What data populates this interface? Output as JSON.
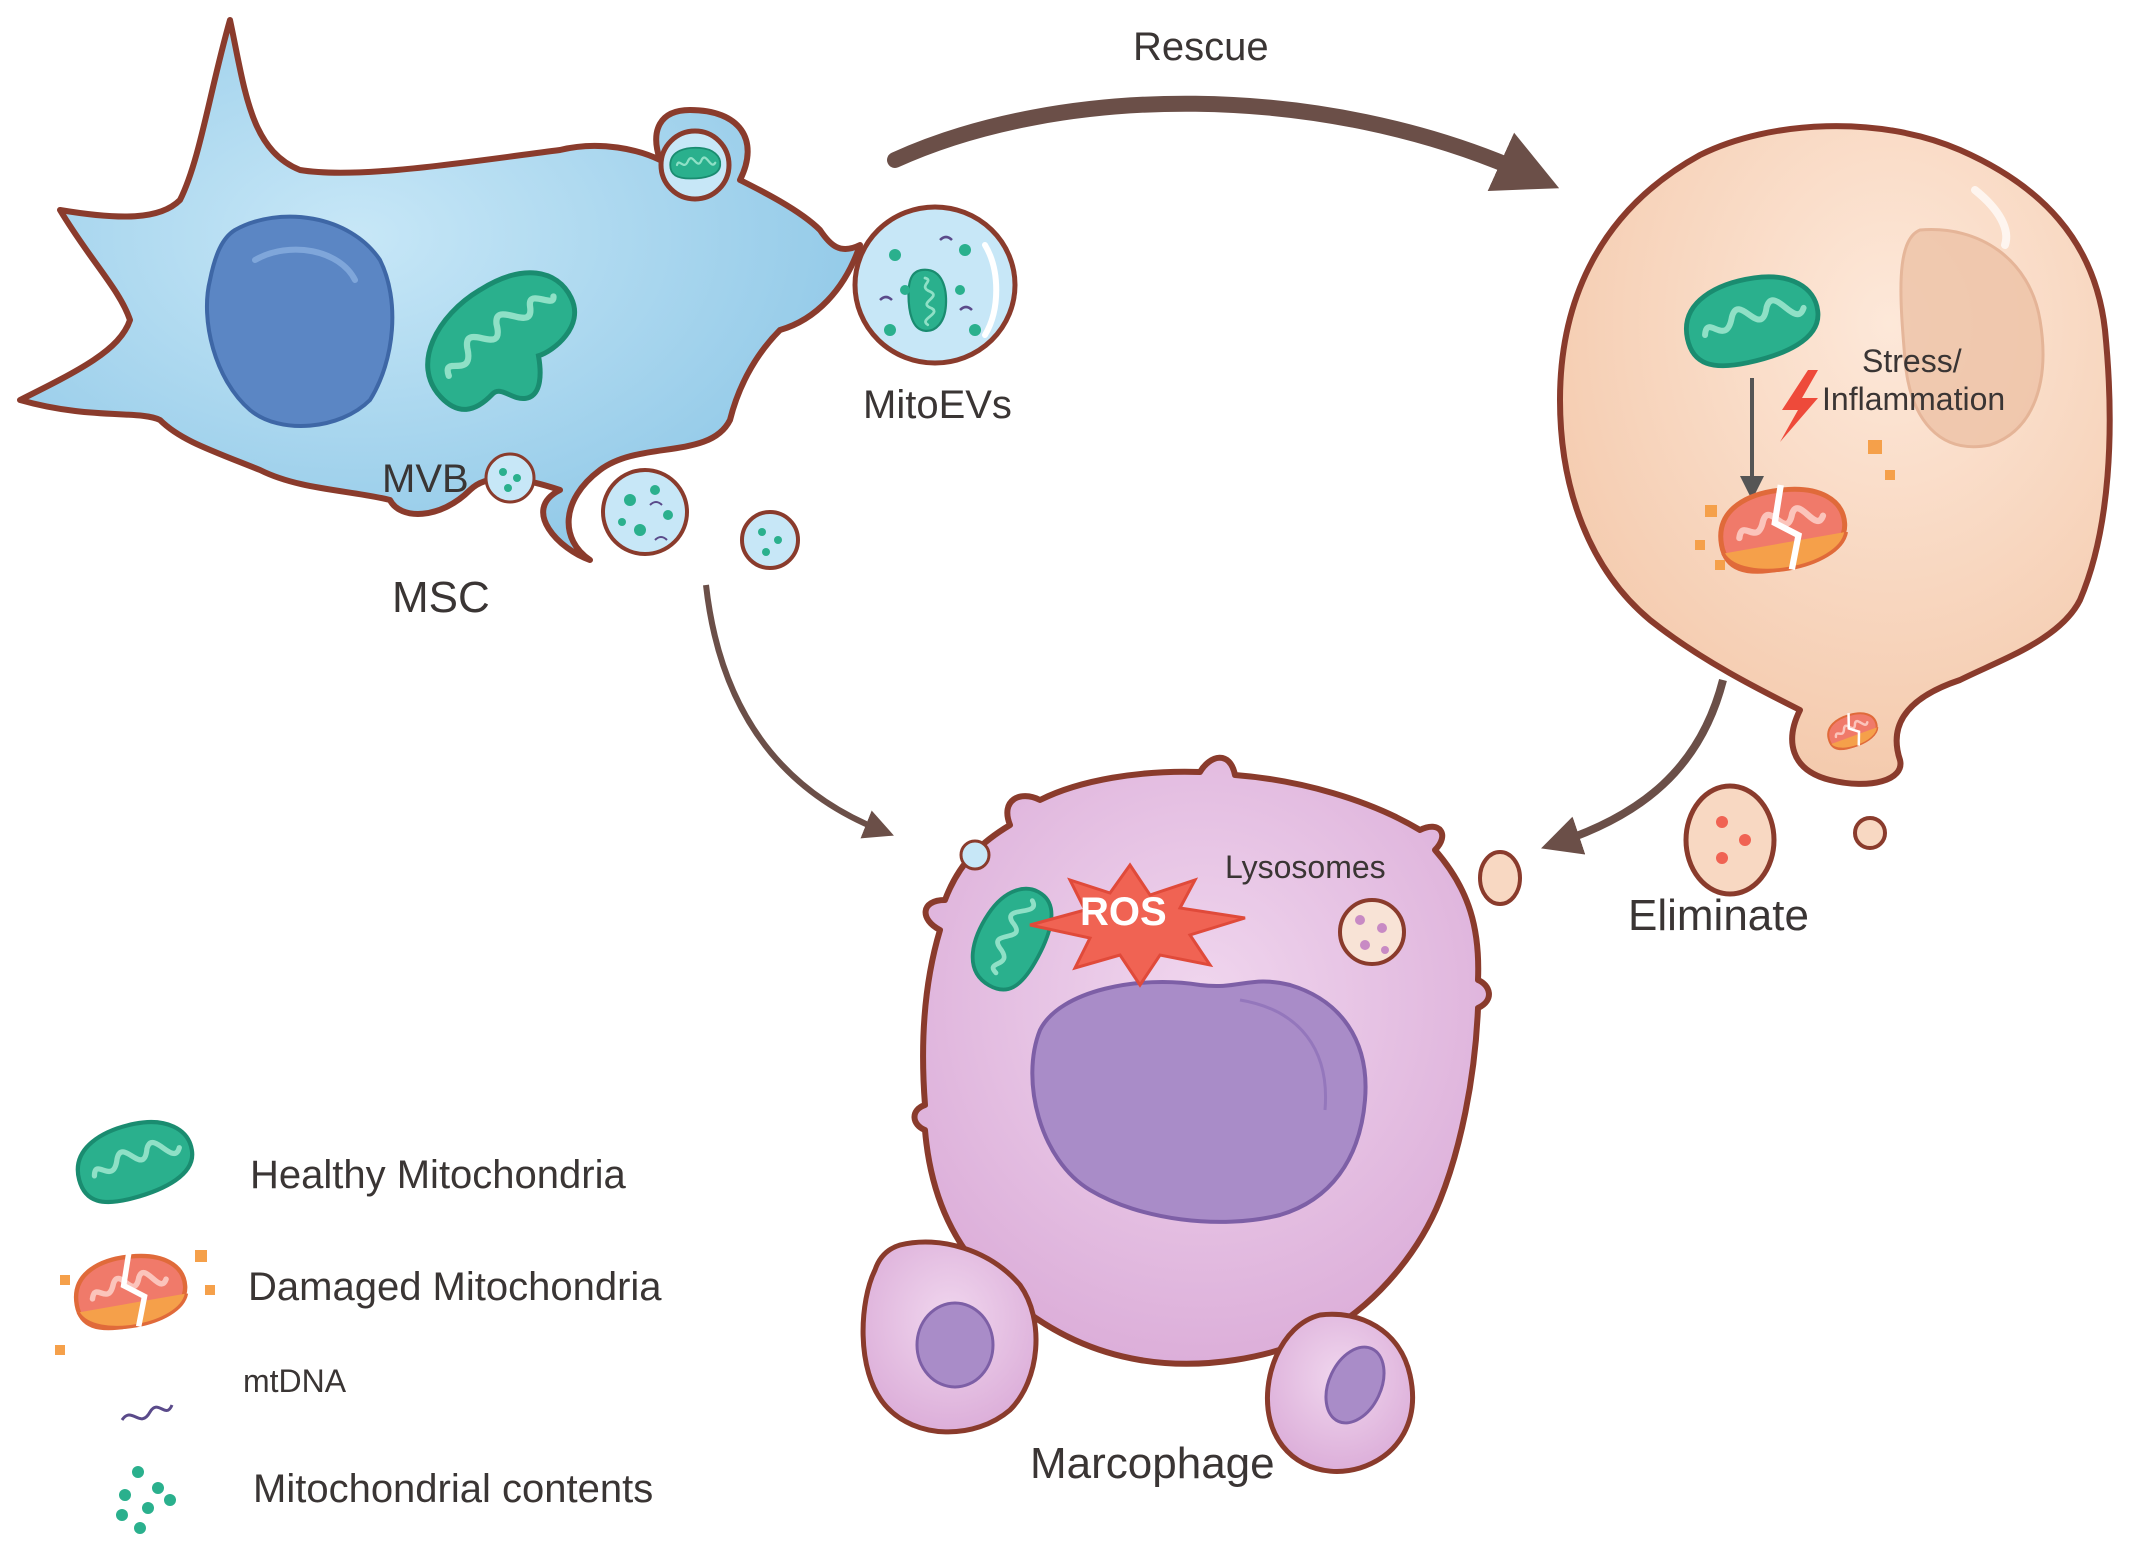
{
  "labels": {
    "rescue": "Rescue",
    "msc": "MSC",
    "mvb": "MVB",
    "mitoevs": "MitoEVs",
    "stress_line1": "Stress/",
    "stress_line2": "Inflammation",
    "eliminate": "Eliminate",
    "lysosomes": "Lysosomes",
    "ros": "ROS",
    "macrophage": "Marcophage"
  },
  "legend": {
    "items": [
      {
        "icon": "healthy-mitochondria-icon",
        "label": "Healthy Mitochondria"
      },
      {
        "icon": "damaged-mitochondria-icon",
        "label": "Damaged Mitochondria"
      },
      {
        "icon": "mtdna-icon",
        "label": "mtDNA"
      },
      {
        "icon": "mitochondrial-contents-icon",
        "label": "Mitochondrial contents"
      }
    ]
  },
  "colors": {
    "outline": "#8a3b2c",
    "msc_fill": "#a9d6ee",
    "msc_nucleus": "#5b86c4",
    "target_fill": "#f8d8c2",
    "macrophage_fill": "#e3c0e0",
    "macrophage_nucleus": "#a98cc8",
    "healthy_mito": "#2ab08d",
    "damaged_mito": "#f07a6a",
    "arrow": "#6b4f48",
    "ros": "#f06353"
  }
}
